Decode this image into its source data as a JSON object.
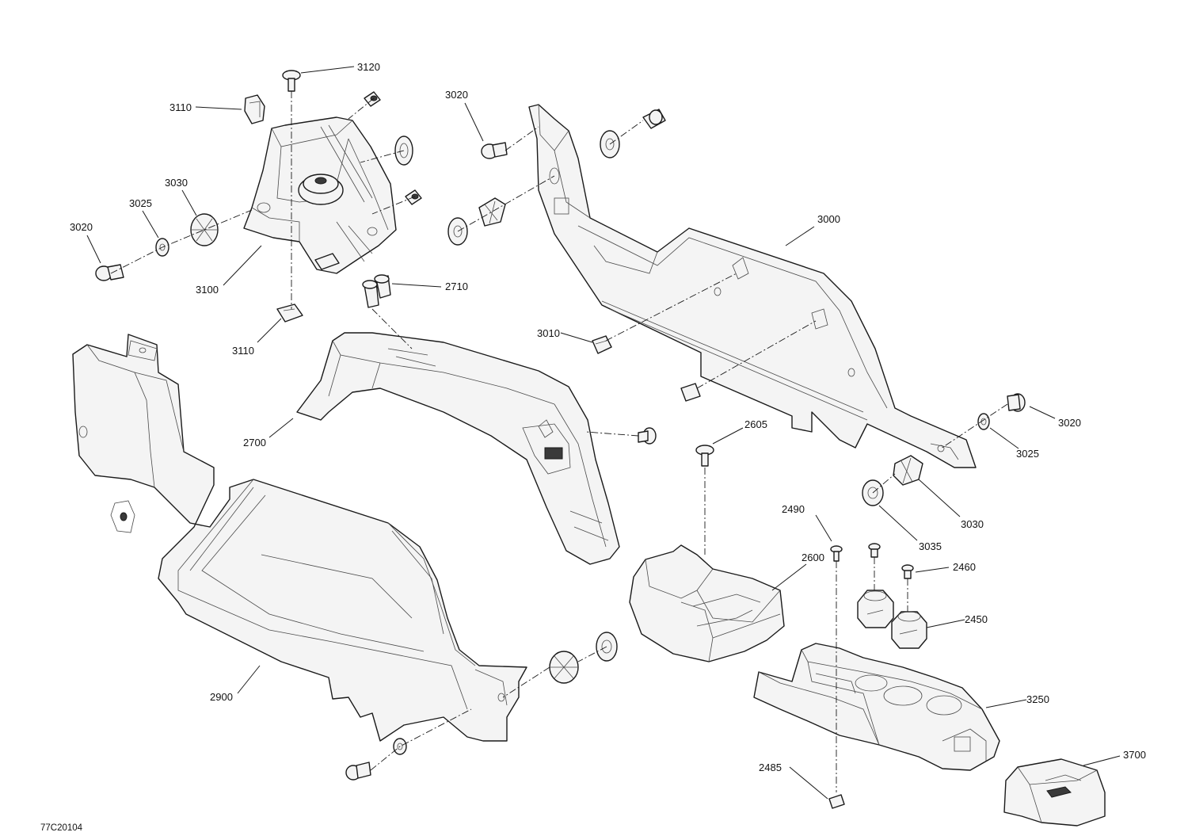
{
  "diagram_code": "77C20104",
  "callouts": {
    "c3120": "3120",
    "c3110_top": "3110",
    "c3030_left": "3030",
    "c3025_left": "3025",
    "c3020_left": "3020",
    "c3100": "3100",
    "c3110_bottom": "3110",
    "c2710": "2710",
    "c3020_top": "3020",
    "c3000": "3000",
    "c3010": "3010",
    "c2700": "2700",
    "c2605": "2605",
    "c3020_right": "3020",
    "c3025_right": "3025",
    "c3030_right": "3030",
    "c3035": "3035",
    "c2490": "2490",
    "c2600": "2600",
    "c2460": "2460",
    "c2450": "2450",
    "c3250": "3250",
    "c2900": "2900",
    "c2485": "2485",
    "c3700": "3700"
  }
}
